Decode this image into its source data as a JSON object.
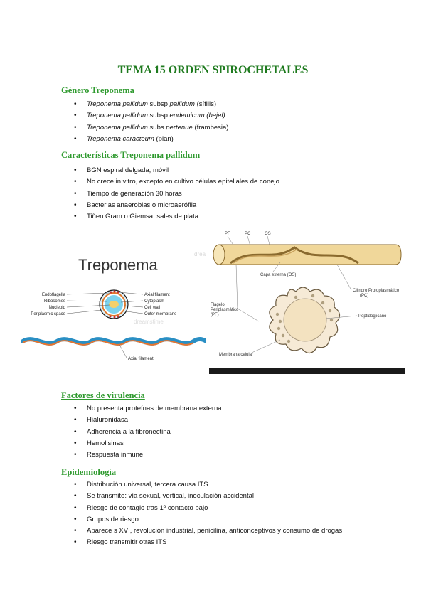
{
  "title": "TEMA 15 ORDEN SPIROCHETALES",
  "genero": {
    "heading": "Género Treponema",
    "items": [
      {
        "a": "Treponema pallidum",
        "b": " subsp ",
        "c": "pallidum",
        "d": " (sífilis)"
      },
      {
        "a": "Treponema pallidum",
        "b": " subsp ",
        "c": "endemicum (bejel)",
        "d": ""
      },
      {
        "a": "Treponema pallidum",
        "b": " subs ",
        "c": "pertenue",
        "d": " (frambesia)"
      },
      {
        "a": "Treponema caracteum",
        "b": "",
        "c": "",
        "d": " (pian)"
      }
    ]
  },
  "caracteristicas": {
    "heading": "Características Treponema pallidum",
    "items": [
      "BGN espiral delgada, móvil",
      "No crece in vitro, excepto en cultivo células epiteliales de conejo",
      "Tiempo de generación 30 horas",
      "Bacterias anaerobias o microaerófila",
      "Tiñen Gram o Giemsa, sales de plata"
    ]
  },
  "figure_left": {
    "title": "Treponema",
    "labels_left": [
      "Endoflagella",
      "Ribosomes",
      "Nucleoid",
      "Periplasmic space"
    ],
    "labels_right": [
      "Axial filament",
      "Cytoplasm",
      "Cell wall",
      "Outer membrane"
    ],
    "bottom_label": "Axial filament",
    "watermark": "dreamstime"
  },
  "figure_right": {
    "top_labels": [
      "PF",
      "PC",
      "OS"
    ],
    "capa": "Capa externa (OS)",
    "cilindro": [
      "Cilindro Protoplasmático",
      "(PC)"
    ],
    "flagelo": [
      "Flagelo",
      "Periplasmático",
      "(PF)"
    ],
    "peptido": "Peptidoglicano",
    "membrana": "Membrana celular"
  },
  "factores": {
    "heading": "Factores de virulencia",
    "items": [
      "No presenta proteínas de membrana externa",
      "Hialuronidasa",
      "Adherencia a la fibronectina",
      "Hemolisinas",
      "Respuesta inmune"
    ]
  },
  "epidemiologia": {
    "heading": "Epidemiología",
    "items": [
      "Distribución universal, tercera causa ITS",
      "Se transmite: vía sexual, vertical, inoculación accidental",
      "Riesgo de contagio tras 1º contacto bajo",
      "Grupos de riesgo",
      "Aparece s XVI, revolución industrial, penicilina, anticonceptivos y consumo de drogas",
      "Riesgo transmitir otras ITS"
    ]
  }
}
